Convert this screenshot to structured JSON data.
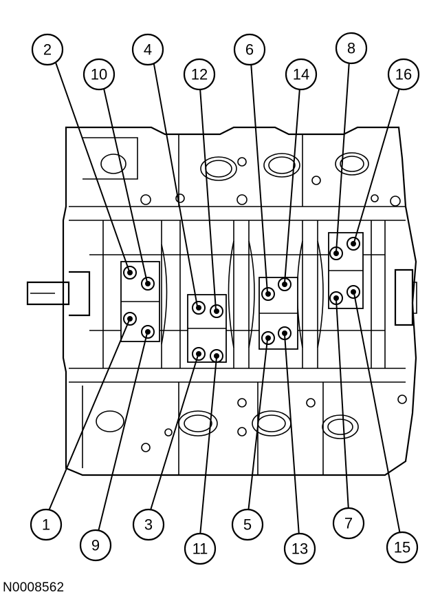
{
  "figure_id": "N0008562",
  "callouts": [
    {
      "n": "1"
    },
    {
      "n": "2"
    },
    {
      "n": "3"
    },
    {
      "n": "4"
    },
    {
      "n": "5"
    },
    {
      "n": "6"
    },
    {
      "n": "7"
    },
    {
      "n": "8"
    },
    {
      "n": "9"
    },
    {
      "n": "10"
    },
    {
      "n": "11"
    },
    {
      "n": "12"
    },
    {
      "n": "13"
    },
    {
      "n": "14"
    },
    {
      "n": "15"
    },
    {
      "n": "16"
    }
  ],
  "colors": {
    "line": "#000000",
    "background": "#ffffff"
  }
}
